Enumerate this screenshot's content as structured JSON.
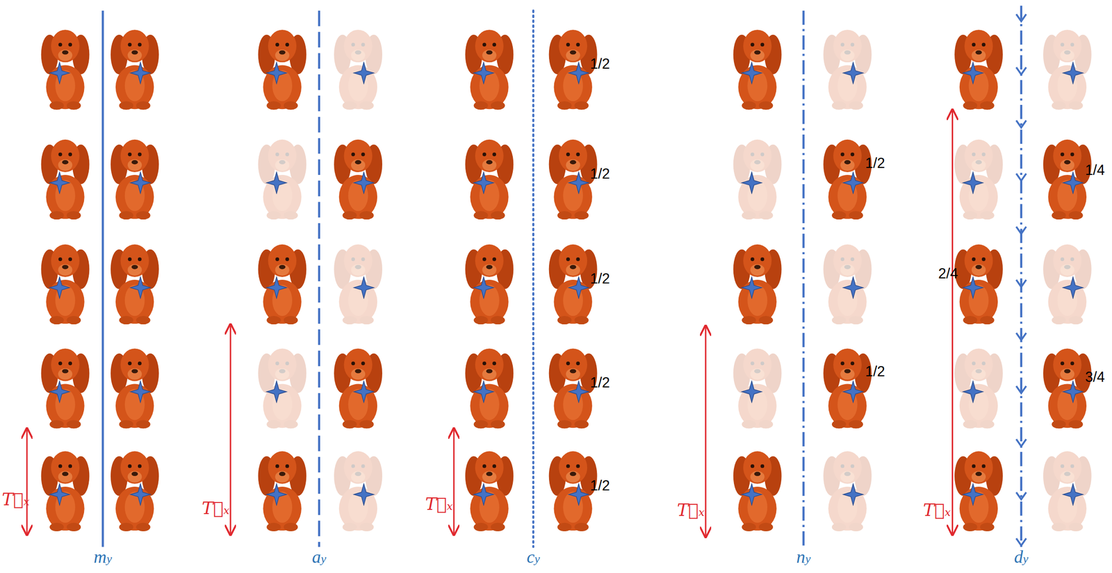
{
  "diagram": {
    "labels": [
      "T⃗x",
      "my",
      "T⃗x",
      "ay",
      "1/2",
      "1/2",
      "1/2",
      "1/2",
      "1/2",
      "T⃗x",
      "cy",
      "1/2",
      "1/2",
      "T⃗x",
      "ny",
      "1/4",
      "2/4",
      "3/4",
      "T⃗x",
      "dy"
    ]
  }
}
